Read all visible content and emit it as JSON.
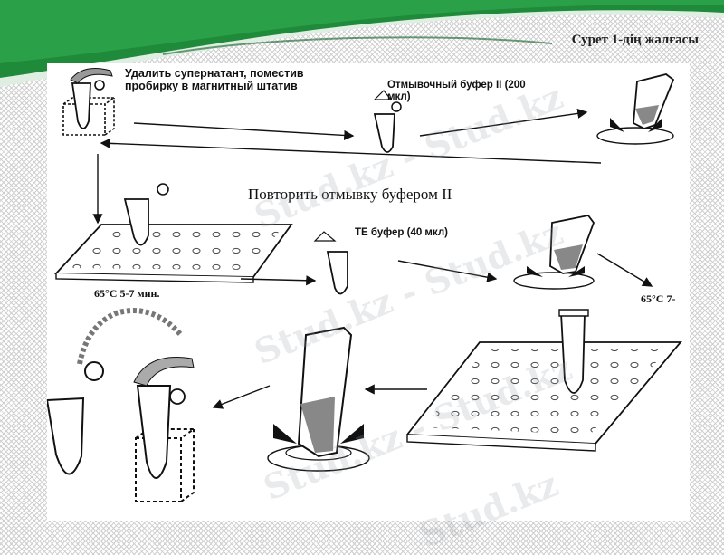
{
  "slide": {
    "title": "Сурет 1-дің жалғасы"
  },
  "steps": {
    "remove_supernatant": "Удалить супернатант, поместив пробирку в магнитный штатив",
    "wash_buffer": "Отмывочный буфер II (200 мкл)",
    "repeat_wash": "Повторить отмывку буфером II",
    "te_buffer": "ТЕ буфер (40 мкл)",
    "incubation_1": "65°С 5-7 мин.",
    "incubation_2": "65°С 7-"
  },
  "watermark": {
    "text": "Stud.kz - Stud.kz",
    "short": "Stud.kz"
  },
  "colors": {
    "banner_green": "#1e8a3a",
    "banner_light": "#e8f2ea",
    "ink": "#111111"
  },
  "icons": [
    "microtube-icon",
    "magnetic-rack-icon",
    "vortex-mixer-icon",
    "heating-block-icon",
    "arrow-icon"
  ]
}
